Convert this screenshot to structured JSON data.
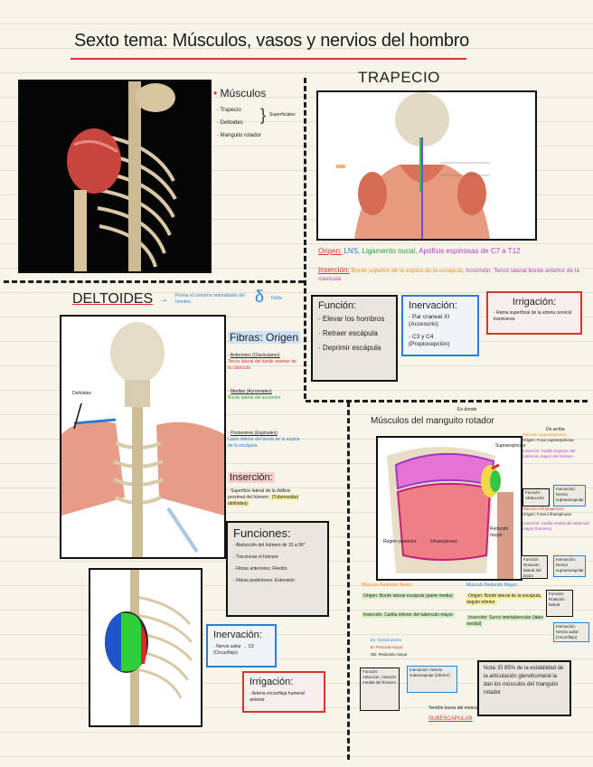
{
  "title": "Sexto tema: Músculos, vasos y nervios del hombro",
  "intro": {
    "heading": "Músculos",
    "items": [
      "Trapecio",
      "Deltoides",
      "Manguito rotador"
    ],
    "brace_note": "Superficiales"
  },
  "trapecio": {
    "heading": "TRAPECIO",
    "origen_label": "Origen:",
    "origen_parts": [
      "LNS,",
      "Ligamento nucal,",
      "Apófisis espinosas de C7 a T12"
    ],
    "insercion_label": "Inserción:",
    "insercion_parts": [
      "Borde superior de la espina de la escápula,",
      "Acromión,",
      "Tercio lateral borde anterior de la clavícula"
    ],
    "funcion": {
      "heading": "Función:",
      "items": [
        "Elevar los hombros",
        "Retraer escápula",
        "Deprimir escápula"
      ]
    },
    "inervacion": {
      "heading": "Inervación:",
      "items": [
        "Par craneal XI (Accesorio)",
        "C3 y C4 (Propiocepción)"
      ]
    },
    "irrigacion": {
      "heading": "Irrigación:",
      "text": "Rama superficial de la arteria cervical transversa"
    }
  },
  "deltoides": {
    "heading": "DELTOIDES",
    "arrow_note": "Forma el contorno redondeado del hombro",
    "delta_note": "Delta",
    "image_label": "Deltoides",
    "fibras": {
      "heading": "Fibras: Origen",
      "items": [
        {
          "name": "Anteriores (Claviculares)",
          "desc": "Tercio lateral del borde anterior de la clavícula"
        },
        {
          "name": "Medias (Acromiales)",
          "desc": "Borde lateral del acromión"
        },
        {
          "name": "Posteriores (Espinales)",
          "desc": "Labio inferior del borde de la espina de la escápula"
        }
      ]
    },
    "insercion": {
      "heading": "Inserción:",
      "text": "Superficie lateral de la diáfisis proximal del húmero",
      "highlight": "(Tuberosidad deltoidea)"
    },
    "funciones": {
      "heading": "Funciones:",
      "items": [
        "Abducción del húmero de 15 a 90°",
        "Traccionar el húmero",
        "Fibras anteriores: Flexión",
        "Fibras posteriores: Extensión"
      ]
    },
    "inervacion": {
      "heading": "Inervación:",
      "text": "Nervio axilar → C5 (Circunflejo)"
    },
    "irrigacion": {
      "heading": "Irrigación:",
      "text": "Arteria circunfleja humeral anterior"
    }
  },
  "manguito": {
    "heading": "Músculos del manguito rotador",
    "top_note": "En donde",
    "top_right_note": "De arriba",
    "image_labels": {
      "left": "Región posterior",
      "center": "Infraespinoso",
      "right": "Redondo mayor",
      "top": "Supraespinoso"
    },
    "notes_right": [
      "Músculo Supraespinoso:",
      "Origen: Fosa supraespinosa",
      "Inserción: Carilla superior del tubérculo mayor del húmero",
      "Músculo Infraespinoso:",
      "Origen: Fosa infraespinosa",
      "Inserción: Carilla media del tubérculo mayor (húmero)"
    ],
    "mini_boxes": [
      "Función: Abducción",
      "Inervación: Nervio supraescapular",
      "Función: Rotación lateral del brazo",
      "Inervación: Nervio supraescapular",
      "Función: Rotación lateral",
      "Inervación: Nervio axilar (circunflejo)"
    ],
    "redondo_menor": {
      "heading": "Músculo Redondo Menor:",
      "origen": "Origen: Borde lateral escápula (parte media)",
      "insercion": "Inserción: Carilla inferior del tubérculo mayor"
    },
    "redondo_mayor": {
      "heading": "Músculo Redondo Mayor:",
      "origen": "Origen: Borde lateral de la escápula, ángulo inferior",
      "insercion": "Inserción: Surco intertubercular (labio medial)",
      "items": [
        "Ex: Dorsal ancho",
        "B: Pectoral mayor",
        "SD: Redondo mayor"
      ]
    },
    "bottom_boxes": [
      "Función: Aducción, rotación medial del húmero",
      "Inervación: Nervio subescapular (inferior)"
    ],
    "bottom_note": "Tendón bursa del músculo",
    "bottom_word": "SUBESCAPULAR",
    "nota": "Nota: El 85% de la estabilidad de la articulación glenohumeral la dan los músculos del manguito rotador"
  }
}
